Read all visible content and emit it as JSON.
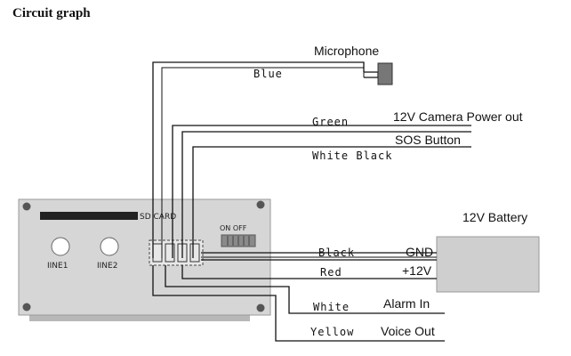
{
  "title": "Circuit graph",
  "device": {
    "sd_card_label": "SD CARD",
    "switch_label": "ON  OFF",
    "input1_label": "IINE1",
    "input2_label": "IINE2"
  },
  "microphone_label": "Microphone",
  "battery_label": "12V Battery",
  "wires": {
    "blue": "Blue",
    "green": "Green",
    "white_black": "White Black",
    "black": "Black",
    "red": "Red",
    "white": "White",
    "yellow": "Yellow"
  },
  "terminals": {
    "camera_power": "12V Camera Power out",
    "sos": "SOS Button",
    "gnd": "GND",
    "plus12v": "+12V",
    "alarm_in": "Alarm In",
    "voice_out": "Voice Out"
  },
  "colors": {
    "device_panel": "#d6d6d6",
    "device_base": "#b8b8b8",
    "battery_fill": "#cfcfcf",
    "wire": "#111111"
  }
}
